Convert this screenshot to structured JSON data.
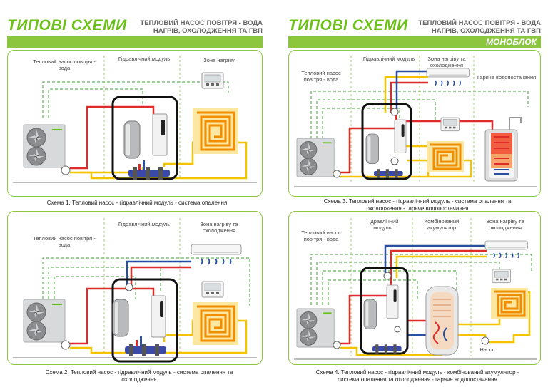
{
  "header": {
    "left": {
      "title": "ТИПОВІ СХЕМИ",
      "subtitle_line1": "ТЕПЛОВИЙ НАСОС ПОВІТРЯ - ВОДА",
      "subtitle_line2": "НАГРІВ, ОХОЛОДЖЕННЯ ТА ГВП",
      "bar_label": ""
    },
    "right": {
      "title": "ТИПОВІ СХЕМИ",
      "subtitle_line1": "ТЕПЛОВИЙ НАСОС ПОВІТРЯ - ВОДА",
      "subtitle_line2": "НАГРІВ, ОХОЛОДЖЕННЯ ТА ГВП",
      "bar_label": "МОНОБЛОК"
    }
  },
  "schemes": [
    {
      "labels": {
        "heat_pump": "Тепловий насос повітря - вода",
        "module": "Гідравлічний модуль",
        "zone": "Зона нагріву"
      },
      "caption": "Схема 1. Тепловий насос - гідравлічний модуль - система опалення"
    },
    {
      "labels": {
        "heat_pump": "Тепловий насос повітря - вода",
        "module": "Гідравлічний модуль",
        "zone": "Зона нагріву та охолодження"
      },
      "caption_line1": "Схема 2. Тепловий насос - гідравлічний модуль - система опалення та",
      "caption_line2": "охолодження"
    },
    {
      "labels": {
        "heat_pump": "Тепловий насос повітря - вода",
        "module": "Гідравлічний модуль",
        "zone": "Зона нагріву та охолодження",
        "hot_water": "Гаряче водопостачання"
      },
      "caption_line1": "Схема 3. Тепловий насос - гідравлічний модуль - система опалення та",
      "caption_line2": "охолодження - гаряче водопостачання"
    },
    {
      "labels": {
        "heat_pump": "Тепловий насос повітря - вода",
        "module": "Гідравлічний модуль",
        "accumulator": "Комбінований акумулятор",
        "zone": "Зона нагріву та охолодження",
        "pump": "Насос"
      },
      "caption_line1": "Схема 4. Тепловий насос - гідравлічний модуль - комбінований акумулятор -",
      "caption_line2": "система опалення та охолодження - гаряче водопостачання"
    }
  ]
}
